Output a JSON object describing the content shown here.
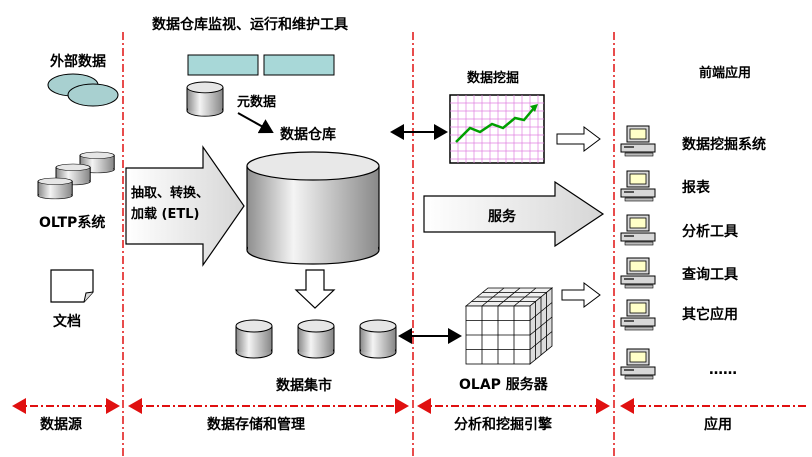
{
  "title": "数据仓库监视、运行和维护工具",
  "sources": {
    "external": "外部数据",
    "oltp": "OLTP系统",
    "docs": "文档"
  },
  "storage": {
    "metadata": "元数据",
    "warehouse": "数据仓库",
    "etl_line1": "抽取、转换、",
    "etl_line2": "加载 (ETL)",
    "datamart": "数据集市"
  },
  "engine": {
    "mining": "数据挖掘",
    "service": "服务",
    "olap": "OLAP 服务器"
  },
  "apps": {
    "header": "前端应用",
    "items": [
      "数据挖掘系统",
      "报表",
      "分析工具",
      "查询工具",
      "其它应用",
      "……"
    ]
  },
  "zones": {
    "source": "数据源",
    "storage": "数据存储和管理",
    "engine": "分析和挖掘引擎",
    "app": "应用"
  },
  "colors": {
    "divider": "#e01010",
    "chart_bg": "#ffffff",
    "chart_grid": "#e080e0",
    "chart_line": "#00a000",
    "meta_block": "#a8d8d8",
    "cloud": "#a8d0d0",
    "monitor_screen": "#ffffc8"
  }
}
